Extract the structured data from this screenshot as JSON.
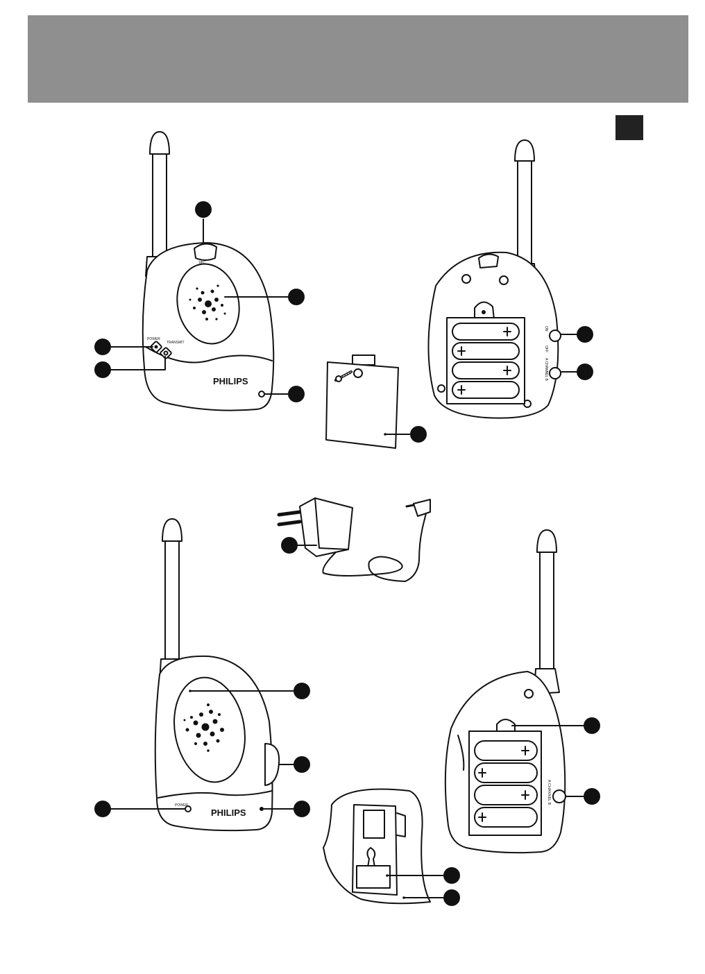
{
  "colors": {
    "header_band": "#8f8f8f",
    "lang_tab": "#222222",
    "line": "#111111",
    "callout": "#111111",
    "body_fill": "#ffffff"
  },
  "baby_unit": {
    "brand": "PHILIPS",
    "mic_label": "MIC",
    "power_label": "POWER",
    "transmit_label": "TRANSMIT",
    "channel_label": "A CHANNEL B",
    "on_label": "ON",
    "off_label": "OFF"
  },
  "parent_unit": {
    "brand": "PHILIPS",
    "power_label": "POWER",
    "channel_label": "A CHANNEL B"
  },
  "icons": [
    "antenna-icon",
    "speaker-grille-icon",
    "battery-icon",
    "screw-icon",
    "adapter-icon",
    "belt-clip-icon"
  ]
}
